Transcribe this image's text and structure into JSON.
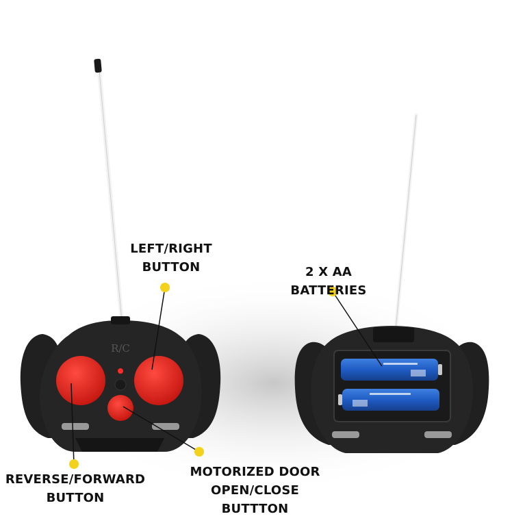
{
  "labels": {
    "left_right": [
      "LEFT/RIGHT",
      "BUTTON"
    ],
    "batteries": [
      "2 X AA",
      "BATTERIES"
    ],
    "reverse_forward": [
      "REVERSE/FORWARD",
      "BUTTON"
    ],
    "motorized_door": [
      "MOTORIZED DOOR",
      "OPEN/CLOSE",
      "BUTTTON"
    ]
  },
  "remote_emboss": "R/C",
  "colors": {
    "body": "#1e1e1e",
    "button_red": "#e0201b",
    "battery_blue": "#1f5cc4",
    "marker_yellow": "#f3d21c",
    "antenna": "#f2f2f2"
  }
}
